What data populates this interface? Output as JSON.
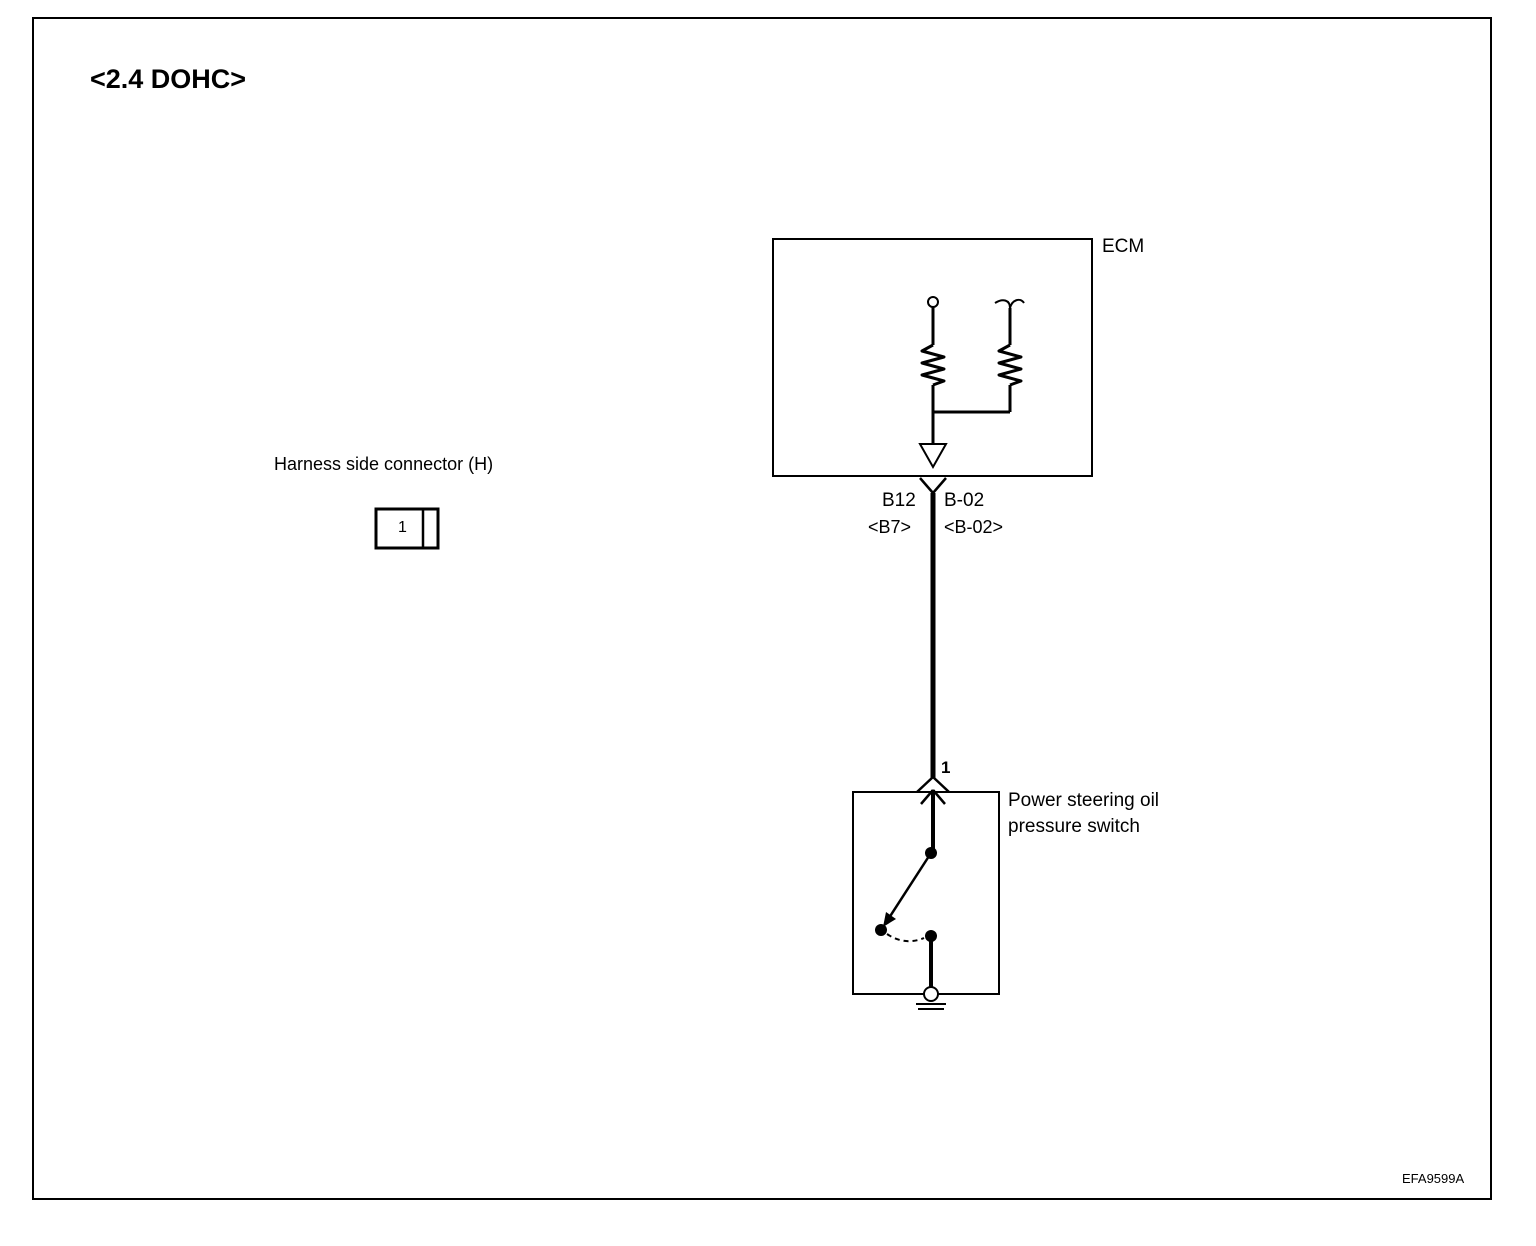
{
  "title": "<2.4 DOHC>",
  "harness_connector": {
    "label": "Harness side connector (H)",
    "pin": "1"
  },
  "ecm": {
    "label": "ECM",
    "pin_left_top": "B12",
    "pin_left_bottom": "<B7>",
    "pin_right_top": "B-02",
    "pin_right_bottom": "<B-02>"
  },
  "switch": {
    "pin": "1",
    "label_line1": "Power steering oil",
    "label_line2": "pressure switch"
  },
  "figure_code": "EFA9599A"
}
